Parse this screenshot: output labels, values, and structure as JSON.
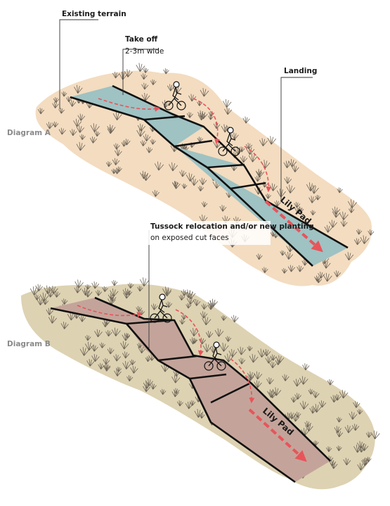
{
  "labels": {
    "existing_terrain": "Existing terrain",
    "take_off": "Take off",
    "take_off_width": "2-3m wide",
    "landing": "Landing",
    "diagram_a": "Diagram A",
    "diagram_b": "Diagram B",
    "tussock_title": "Tussock relocation and/or new planting",
    "tussock_sub": "on exposed cut faces",
    "lily_pad_a": "Lily Pad",
    "lily_pad_b": "Lily Pad"
  },
  "colors": {
    "terrain_a": "#f3dcc0",
    "terrain_b": "#ddd2b2",
    "path_a": "#9fc2c3",
    "path_b": "#c4a49a",
    "arrow": "#e8545a",
    "line": "#111111",
    "grass": "#6d6457"
  }
}
